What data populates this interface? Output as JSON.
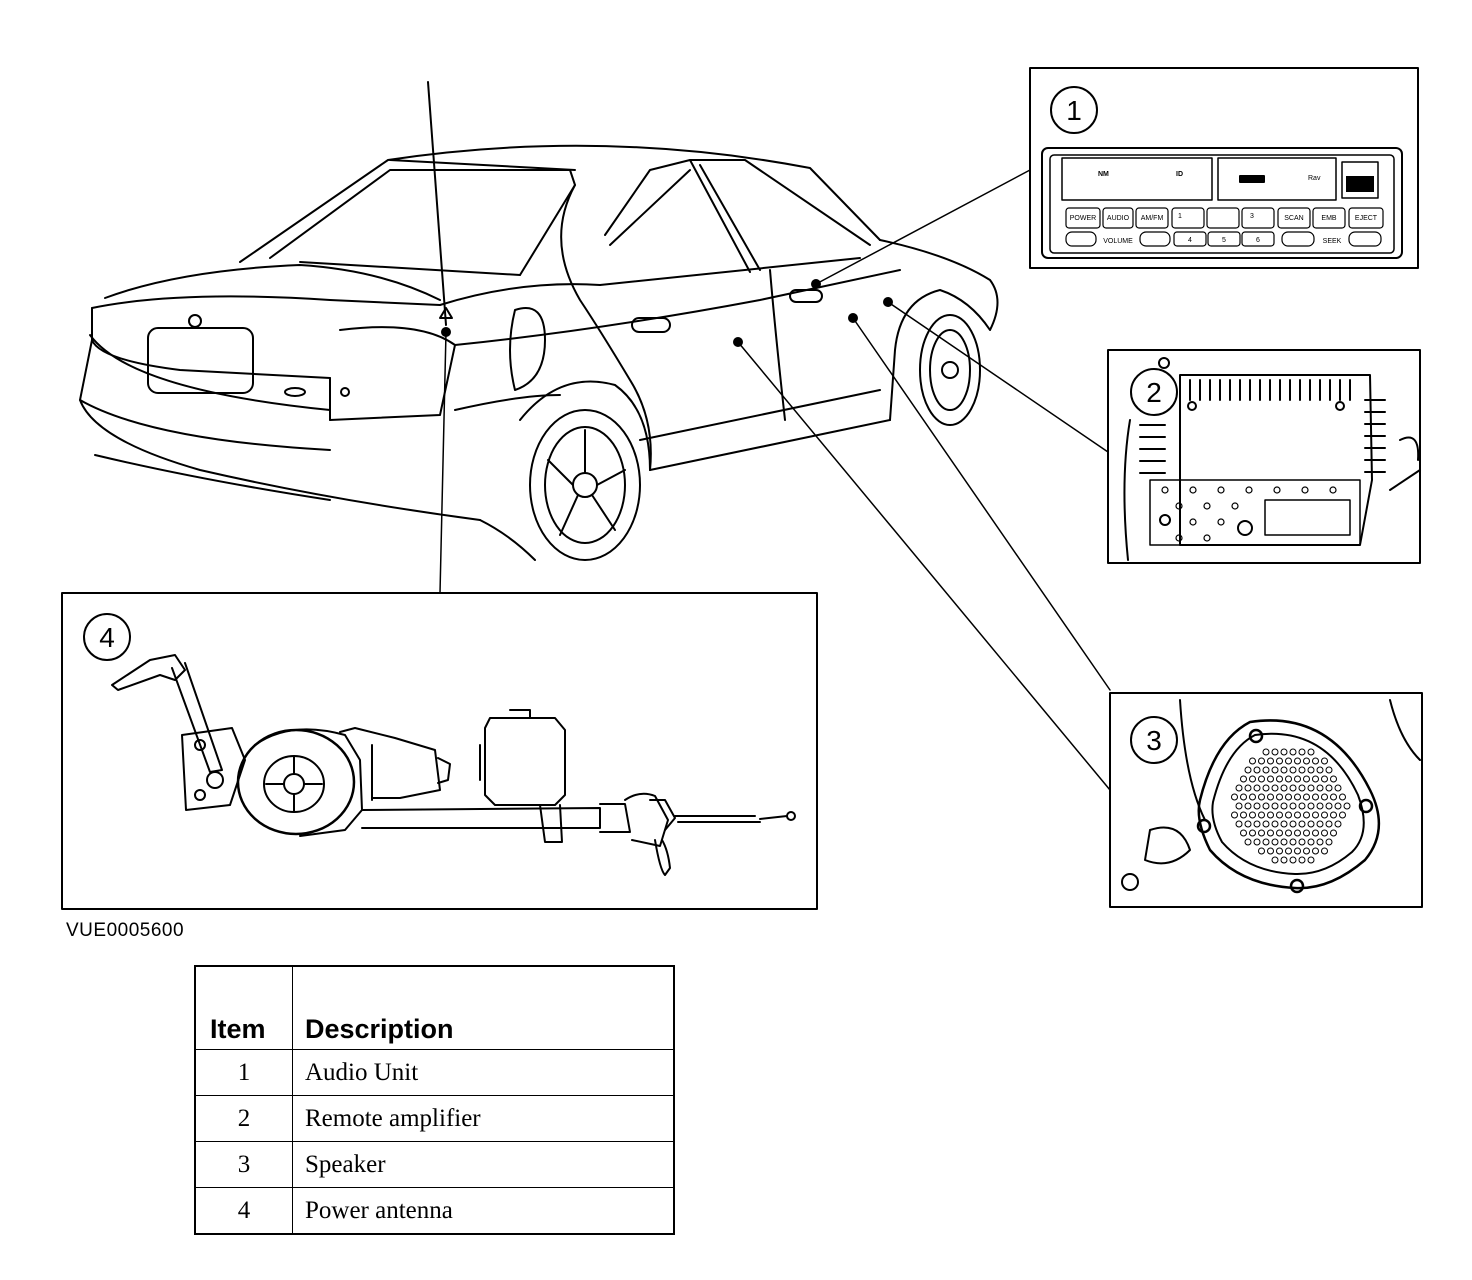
{
  "callouts": {
    "audio_unit": "1",
    "amplifier": "2",
    "speaker": "3",
    "antenna": "4"
  },
  "radio": {
    "display_left": "NM",
    "display_mid": "ID",
    "display_right": "Rav",
    "buttons": [
      "POWER",
      "AUDIO",
      "AM/FM",
      "1",
      "",
      "3",
      "SCAN",
      "EMB",
      "EJECT"
    ],
    "volume_label": "VOLUME",
    "seek_label": "SEEK",
    "preset_row2": [
      "4",
      "5",
      "6"
    ]
  },
  "figure_code": "VUE0005600",
  "legend": {
    "header_item": "Item",
    "header_desc": "Description",
    "rows": [
      {
        "item": "1",
        "desc": "Audio Unit"
      },
      {
        "item": "2",
        "desc": "Remote amplifier"
      },
      {
        "item": "3",
        "desc": "Speaker"
      },
      {
        "item": "4",
        "desc": "Power antenna"
      }
    ]
  }
}
